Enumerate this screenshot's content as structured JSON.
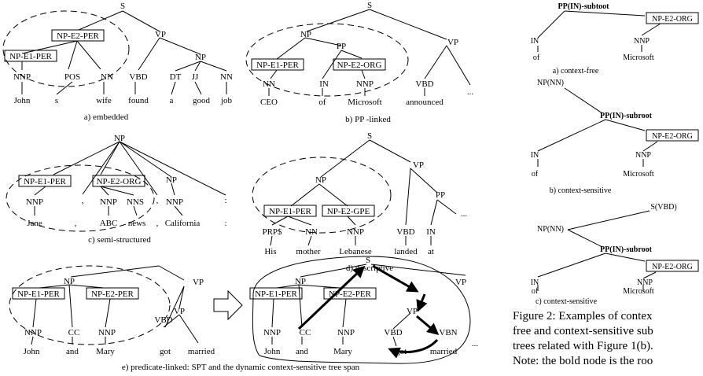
{
  "trees": [
    {
      "caption": "a) embedded",
      "nodes": {
        "s": "S",
        "np": "NP-E2-PER",
        "vp": "VP",
        "np1": "NP-E1-PER",
        "nnp": "NNP",
        "pos": "POS",
        "nn": "NN",
        "vbd": "VBD",
        "np2": "NP",
        "dt": "DT",
        "jj": "JJ",
        "nn2": "NN"
      },
      "words": [
        "John",
        "s",
        "wife",
        "found",
        "a",
        "good",
        "job"
      ]
    },
    {
      "caption": "b)  PP -linked",
      "nodes": {
        "s": "S",
        "np": "NP",
        "pp": "PP",
        "vp": "VP",
        "np1": "NP-E1-PER",
        "np2": "NP-E2-ORG",
        "nn": "NN",
        "in": "IN",
        "nnp": "NNP",
        "vbd": "VBD"
      },
      "words": [
        "CEO",
        "of",
        "Microsoft",
        "announced",
        "..."
      ]
    },
    {
      "caption": "c) semi-structured",
      "nodes": {
        "np": "NP",
        "np1": "NP-E1-PER",
        "np2": "NP-E2-ORG",
        "np3": "NP",
        "nnp1": "NNP",
        "comma1": ",",
        "nnp2": "NNP",
        "nns": "NNS",
        "comma2": ",",
        "nnp3": "NNP",
        "colon": ":"
      },
      "words": [
        "Jane",
        ",",
        "ABC",
        "news",
        ",",
        "California",
        ":"
      ]
    },
    {
      "caption": "d)  descriptive",
      "nodes": {
        "s": "S",
        "np": "NP",
        "vp": "VP",
        "np1": "NP-E1-PER",
        "np2": "NP-E2-GPE",
        "pp": "PP",
        "prps": "PRP$",
        "nn": "NN",
        "nnp": "NNP",
        "vbd": "VBD",
        "in": "IN"
      },
      "words": [
        "His",
        "mother",
        "Lebanese",
        "landed",
        "at",
        "..."
      ]
    },
    {
      "caption": "e) predicate-linked: SPT and the dynamic context-sensitive tree span",
      "nodes": {
        "np": "NP",
        "vp": "VP",
        "vp2": "VP",
        "np1": "NP-E1-PER",
        "np2": "NP-E2-PER",
        "nnp1": "NNP",
        "cc": "CC",
        "nnp2": "NNP",
        "vbd": "VBD",
        "s": "S",
        "npr": "NP",
        "vpr": "VP",
        "vpr2": "VP",
        "np1r": "NP-E1-PER",
        "np2r": "NP-E2-PER",
        "nnp1r": "NNP",
        "ccr": "CC",
        "nnp2r": "NNP",
        "vbdr": "VBD",
        "vbn": "VBN"
      },
      "words": [
        "John",
        "and",
        "Mary",
        "got",
        "married",
        "..."
      ]
    }
  ],
  "side_trees": [
    {
      "caption": "a) context-free",
      "nodes": {
        "pp": "PP(IN)-subtoot",
        "np": "NP-E2-ORG",
        "in": "IN",
        "nnp": "NNP"
      },
      "words": [
        "of",
        "Microsoft"
      ]
    },
    {
      "caption": "b) context-sensitive",
      "nodes": {
        "npnn": "NP(NN)",
        "pp": "PP(IN)-subroot",
        "np": "NP-E2-ORG",
        "in": "IN",
        "nnp": "NNP"
      },
      "words": [
        "of",
        "Microsoft"
      ]
    },
    {
      "caption": "c) context-sensitive",
      "nodes": {
        "svbd": "S(VBD)",
        "npnn": "NP(NN)",
        "pp": "PP(IN)-subroot",
        "np": "NP-E2-ORG",
        "in": "IN",
        "nnp": "NNP"
      },
      "words": [
        "of",
        "Microsoft"
      ]
    }
  ],
  "figure2_caption": [
    "Figure 2: Examples of contex",
    "free and context-sensitive sub",
    "trees related with Figure 1(b).",
    "Note: the bold node is the roo"
  ]
}
